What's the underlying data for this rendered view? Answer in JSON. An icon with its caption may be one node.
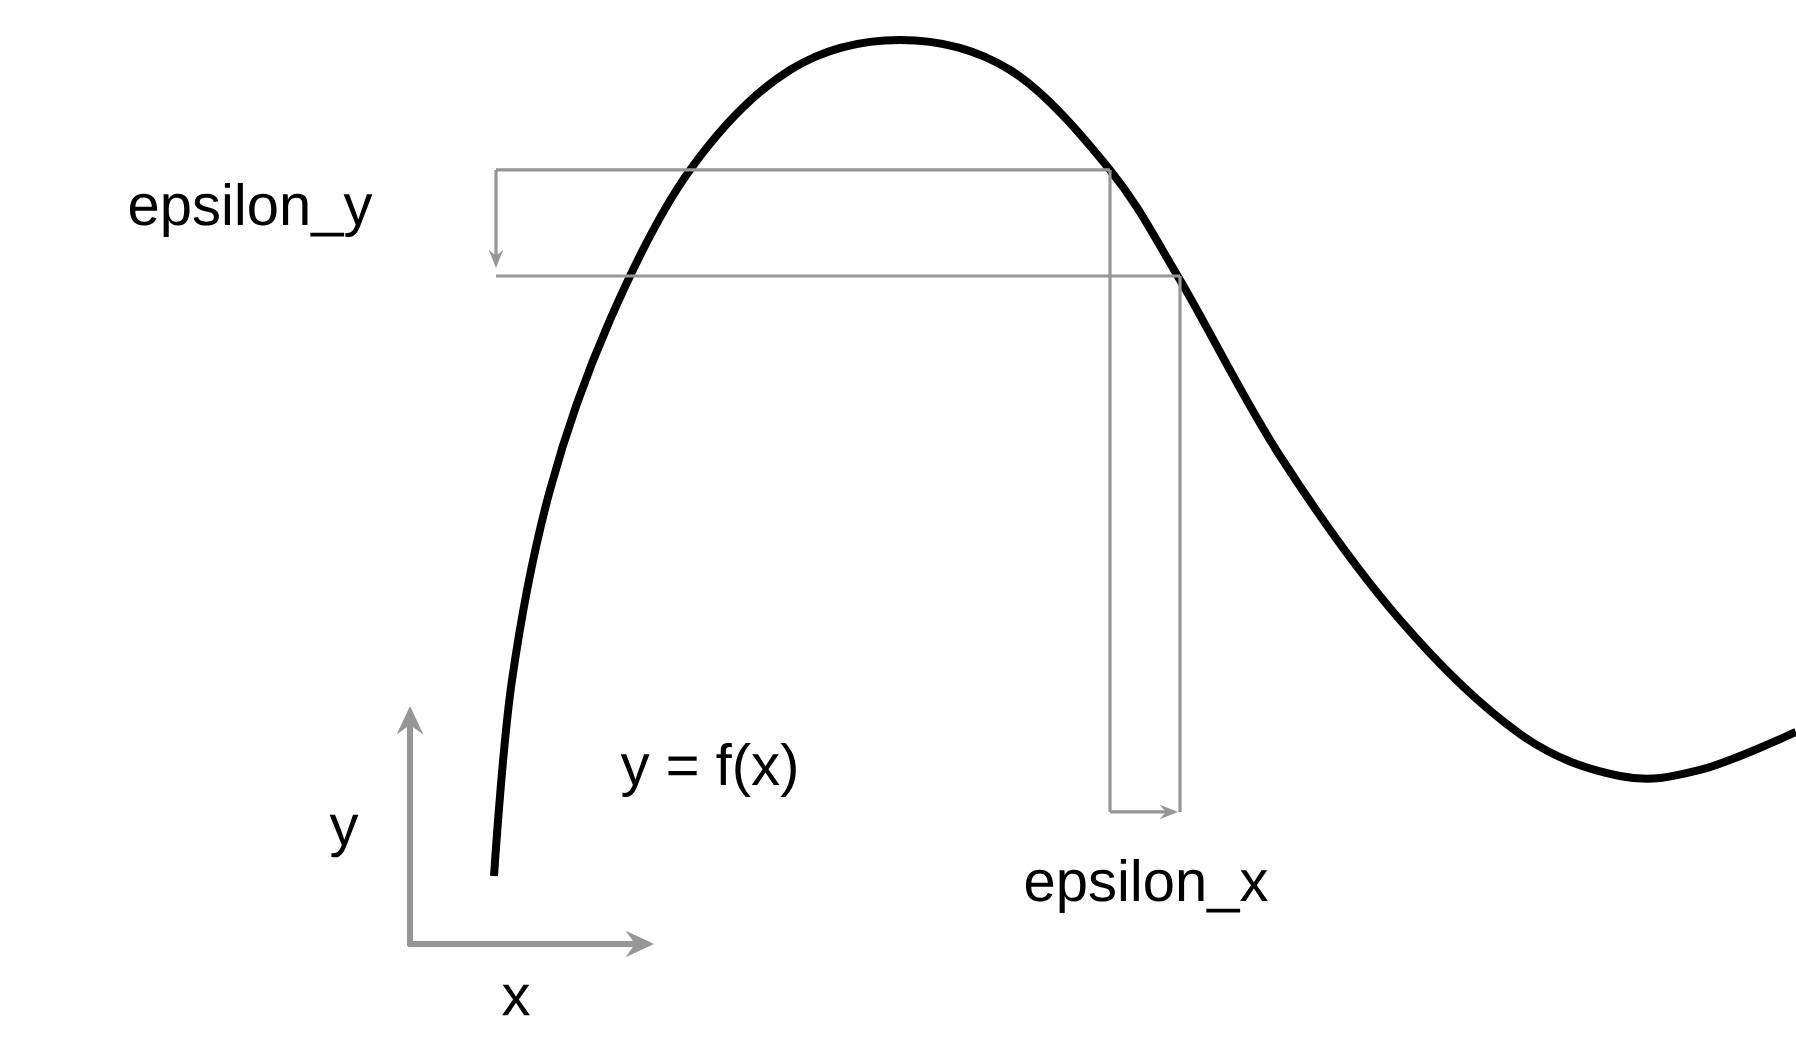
{
  "diagram": {
    "labels": [
      "epsilon_y",
      "y = f(x)",
      "y",
      "epsilon_x",
      "x"
    ]
  }
}
